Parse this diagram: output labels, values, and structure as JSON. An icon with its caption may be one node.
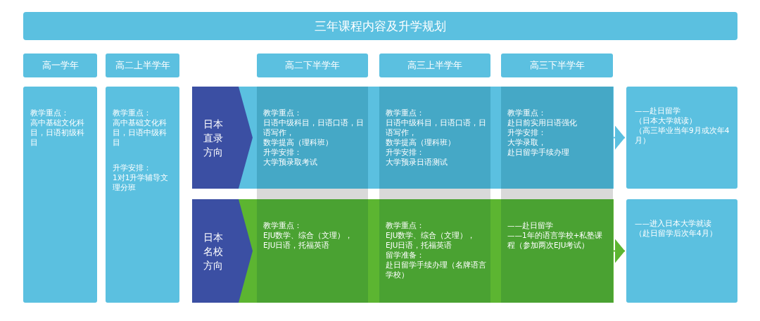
{
  "diagram": {
    "nodes": [
      {
        "text": [
          "三年课程内容及升学规划"
        ]
      },
      {
        "text": [
          "高一学年"
        ]
      },
      {
        "text": [
          "高二上半学年"
        ]
      },
      {
        "text": [
          "高二下半学年"
        ]
      },
      {
        "text": [
          "高三上半学年"
        ]
      },
      {
        "text": [
          "高三下半学年"
        ]
      },
      {
        "text": [
          "教学重点：",
          "高中基础文化科目，日语初级科目"
        ]
      },
      {
        "text": [
          "教学重点：",
          "高中基础文化科目，日语中级科目",
          "升学安排：",
          "1对1升学辅导文理分班"
        ]
      },
      {
        "text": [],
        "shape": "bar"
      },
      {
        "text": [
          "日本直录方向"
        ],
        "in": 8
      },
      {
        "text": [
          "教学重点：",
          "日语中级科目，日语口语，日语写作，",
          "数学提高（理科班）",
          "升学安排：",
          "大学预录取考试"
        ],
        "in": 8
      },
      {
        "text": [
          "教学重点：",
          "日语中级科目，日语口语，日语写作，",
          "数学提高（理科班）",
          "升学安排：",
          "大学预录日语测试"
        ],
        "in": 8
      },
      {
        "text": [
          "教学重点：",
          "赴日前实用日语强化",
          "升学安排：",
          "大学录取，",
          "赴日留学手续办理"
        ],
        "in": 8
      },
      {
        "text": [
          "——赴日留学",
          "（日本大学就读）",
          "（高三毕业当年9月或次年4月）"
        ]
      },
      {
        "text": [],
        "shape": "bar"
      },
      {
        "text": [
          "日本名校方向"
        ],
        "in": 14
      },
      {
        "text": [
          "教学重点：",
          "EJU数学、综合（文理），",
          "EJU日语，托福英语"
        ],
        "in": 14
      },
      {
        "text": [
          "教学重点：",
          "EJU数学、综合（文理），",
          "EJU日语，托福英语",
          "留学准备：",
          "赴日留学手续办理（名牌语言学校）"
        ],
        "in": 14
      },
      {
        "text": [
          "——赴日留学",
          "——1年的语言学校+私塾课程（参加两次EJU考试）"
        ],
        "in": 14
      },
      {
        "text": [
          "——进入日本大学就读",
          "（赴日留学后次年4月）"
        ]
      }
    ],
    "edges": [
      {
        "from": 8,
        "to": 13,
        "arrow": "to",
        "color": "#5bc0e0"
      },
      {
        "from": 14,
        "to": 19,
        "arrow": "to",
        "color": "#5cb531"
      }
    ]
  }
}
